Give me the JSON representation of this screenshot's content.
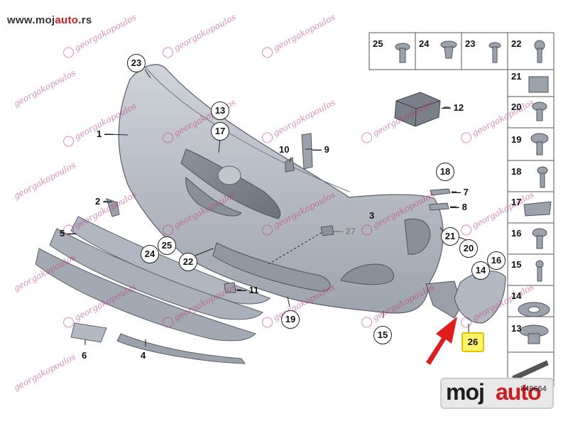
{
  "site": {
    "prefix": "www.moj",
    "accent": "auto",
    "suffix": ".rs"
  },
  "watermark_text": "georgakopoulos",
  "callouts": {
    "c23": "23",
    "c13": "13",
    "c17": "17",
    "c10": "10",
    "c18": "18",
    "c24": "24",
    "c25": "25",
    "c22": "22",
    "c21": "21",
    "c20": "20",
    "c14": "14",
    "c16": "16",
    "c19": "19",
    "c15": "15"
  },
  "labels": {
    "l1": "1",
    "l9": "9",
    "l12": "12",
    "l7": "7",
    "l8": "8",
    "l2": "2",
    "l5": "5",
    "l27": "27",
    "l3": "3",
    "l11": "11",
    "l6": "6",
    "l4": "4"
  },
  "highlight_label": "26",
  "parts_top_row": [
    "25",
    "24",
    "23",
    "22"
  ],
  "parts_column": [
    "21",
    "20",
    "19",
    "18",
    "17",
    "16",
    "15",
    "14",
    "13"
  ],
  "diagram_id": "349664",
  "badge": {
    "dark": "moj",
    "red": "auto"
  },
  "colors": {
    "part": "#b7bcc5",
    "edge": "#5b6069",
    "arrow": "#e31b1b",
    "highlight": "#fff36a"
  }
}
